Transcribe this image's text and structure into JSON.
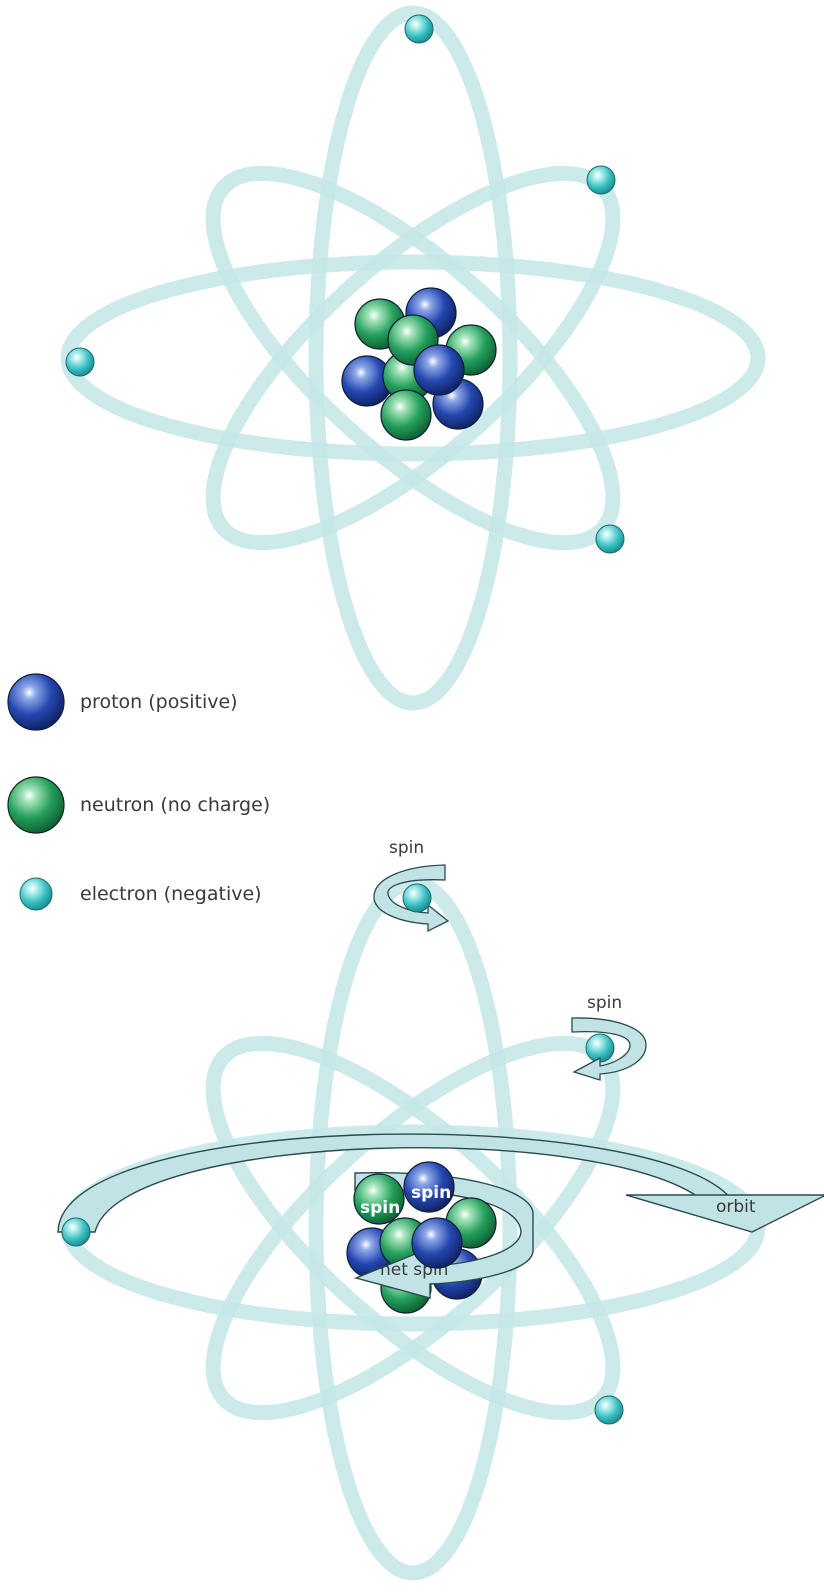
{
  "colors": {
    "orbit": "#c4e6e8",
    "arrow_fill": "#c2e3e6",
    "arrow_stroke": "#2a4a4d",
    "proton": "#1d3f9a",
    "neutron": "#1f9552",
    "electron": "#38c0c2"
  },
  "legend": [
    {
      "particle": "proton",
      "label": "proton (positive)"
    },
    {
      "particle": "neutron",
      "label": "neutron (no charge)"
    },
    {
      "particle": "electron",
      "label": "electron (negative)"
    }
  ],
  "labels": {
    "spin_top": "spin",
    "spin_right": "spin",
    "orbit": "orbit",
    "net_spin": "net spin",
    "nucleon_spin_1": "spin",
    "nucleon_spin_2": "spin"
  },
  "icons": [
    "proton-icon",
    "neutron-icon",
    "electron-icon",
    "spin-arrow-icon",
    "orbit-arrow-icon"
  ]
}
